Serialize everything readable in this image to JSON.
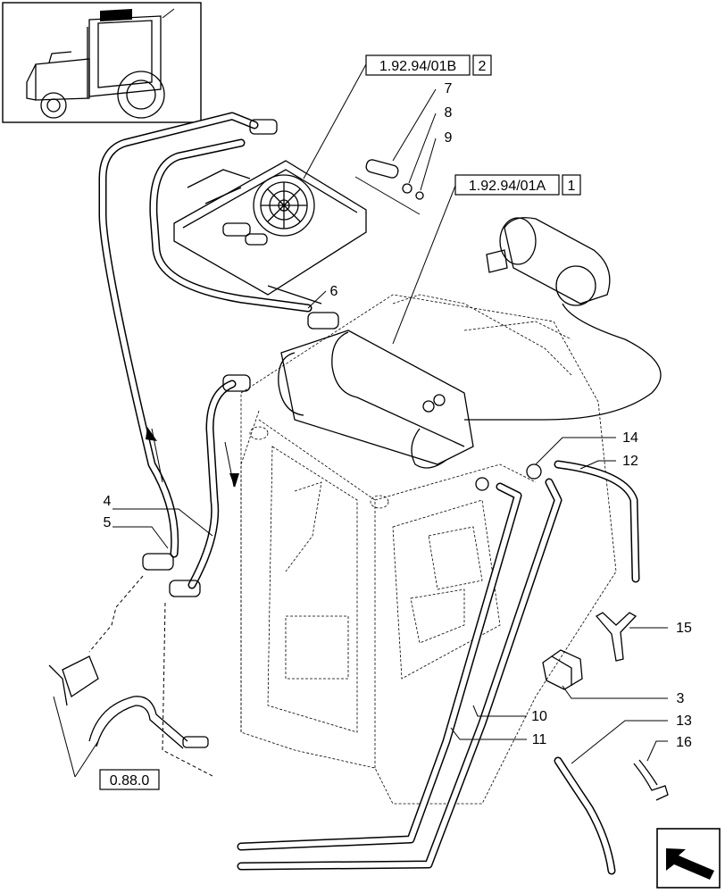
{
  "refs": {
    "r1_code": "1.92.94/01B",
    "r1_num": "2",
    "r2_code": "1.92.94/01A",
    "r2_num": "1",
    "r3_code": "0.88.0"
  },
  "callouts": [
    "7",
    "8",
    "9",
    "6",
    "4",
    "5",
    "14",
    "12",
    "15",
    "3",
    "10",
    "13",
    "11",
    "16"
  ]
}
